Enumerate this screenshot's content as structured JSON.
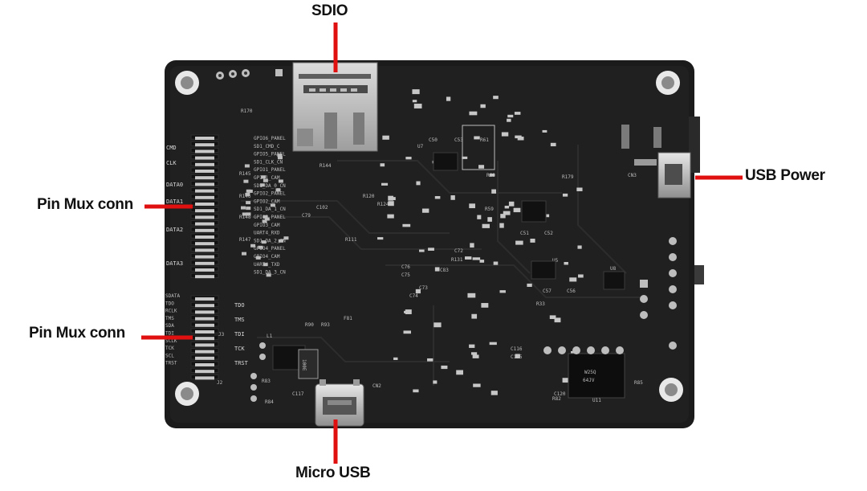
{
  "diagram": {
    "callouts": {
      "sdio": "SDIO",
      "usb_power": "USB Power",
      "pin_mux_top": "Pin Mux conn",
      "pin_mux_bottom": "Pin Mux conn",
      "micro_usb": "Micro USB"
    },
    "left_edge_labels": [
      "CMD",
      "CLK",
      "DATA0",
      "DATA1",
      "DATA2",
      "DATA3"
    ],
    "jtag_right_labels": [
      "TDO",
      "TMS",
      "TDI",
      "TCK",
      "TRST"
    ],
    "jtag_left_labels": [
      "SDATA",
      "TDO",
      "RCLK",
      "TMS",
      "SDA",
      "TDI",
      "SCLK",
      "TCK",
      "SCL",
      "TRST"
    ],
    "signal_labels": [
      "GPIO6_PANEL",
      "SD1_CMD_C",
      "GPIO5_PANEL",
      "SD1_CLK_CN",
      "GPIO1_PANEL",
      "GPIO1_CAM",
      "SD1_DA_0_CN",
      "GPIO2_PANEL",
      "GPIO2_CAM",
      "SD1_DA_1_CN",
      "GPIO3_PANEL",
      "GPIO3_CAM",
      "UART4_RXD",
      "SD1_DA_2_CN",
      "GPIO4_PANEL",
      "GPIO4_CAM",
      "UART4_TXD",
      "SD1_DA_3_CN"
    ],
    "component_refs": [
      "R170",
      "R145",
      "R146",
      "R148",
      "R147",
      "R144",
      "U7",
      "C50",
      "C53",
      "R60",
      "R61",
      "C79",
      "C102",
      "R120",
      "R124",
      "R111",
      "C72",
      "R131",
      "C76",
      "C75",
      "C83",
      "C73",
      "C74",
      "U5",
      "C51",
      "C52",
      "R59",
      "R179",
      "C57",
      "C56",
      "R33",
      "U8",
      "R90",
      "R93",
      "F81",
      "CN2",
      "R83",
      "R84",
      "C117",
      "C116",
      "C115",
      "U11",
      "R82",
      "R85",
      "C120",
      "CN3",
      "J2",
      "J3",
      "L1"
    ],
    "smd_marking": "100E",
    "colors": {
      "board": "#1b1b1b",
      "callout_line": "#e01010",
      "silkscreen": "#d8d8d8",
      "metal": "#b8b8b8"
    }
  }
}
